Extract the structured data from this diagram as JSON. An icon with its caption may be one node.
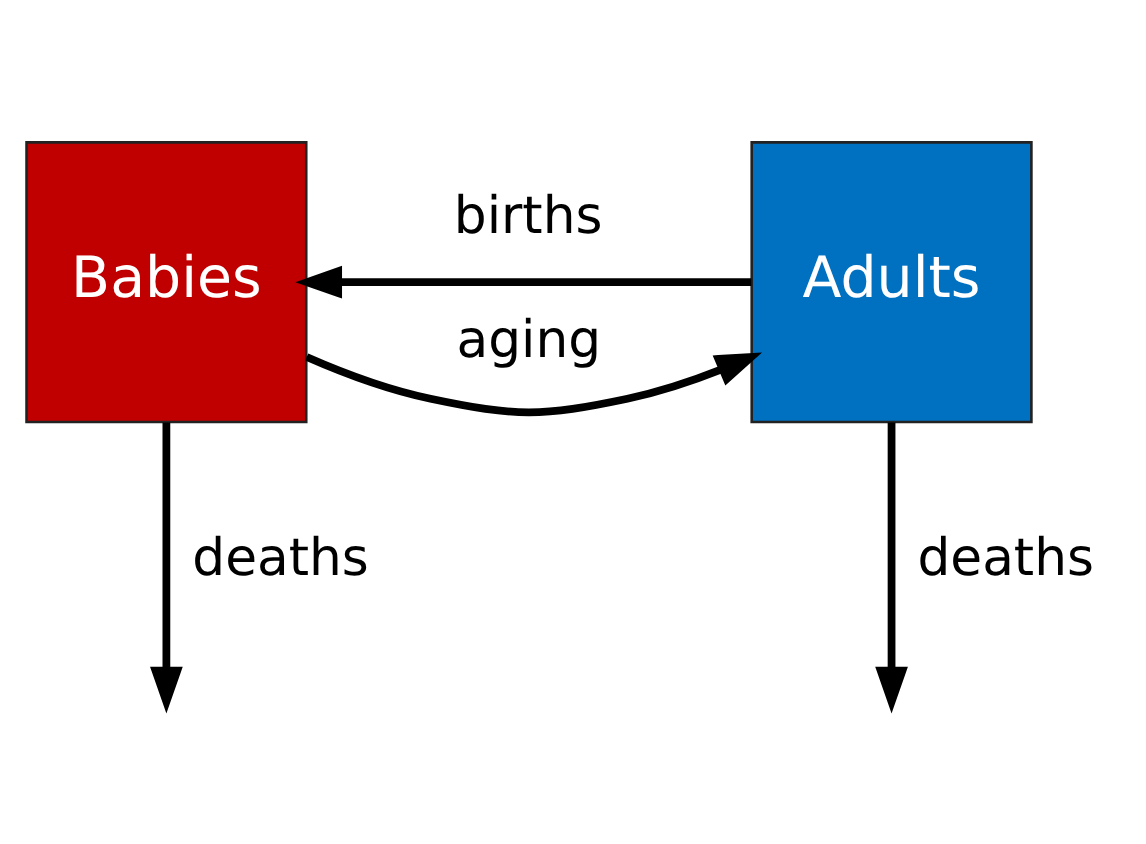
{
  "diagram": {
    "nodes": [
      {
        "text": [
          "Babies"
        ]
      },
      {
        "text": [
          "Adults"
        ]
      }
    ],
    "edges": [
      {
        "from": 0,
        "to": 1,
        "arrow": "to",
        "label": "aging"
      },
      {
        "from": 1,
        "to": 0,
        "arrow": "to",
        "label": "births"
      },
      {
        "from": 0,
        "to": null,
        "arrow": "to",
        "label": "deaths"
      },
      {
        "from": 1,
        "to": null,
        "arrow": "to",
        "label": "deaths"
      }
    ]
  }
}
